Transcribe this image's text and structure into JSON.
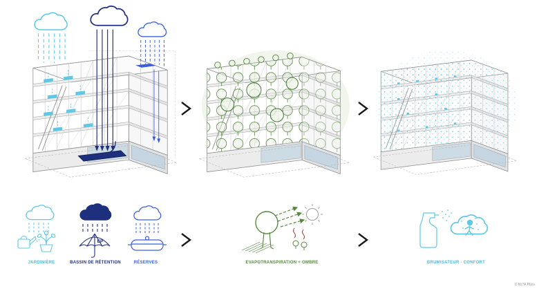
{
  "page": {
    "credit": "© NL*A Paris",
    "background": "#ffffff"
  },
  "colors": {
    "cyan": "#5ec8e6",
    "blue": "#3a5fd9",
    "navy": "#1e2f7d",
    "green": "#55883f",
    "sun_gray": "#9b9b9b",
    "line_gray": "#8a8a8a",
    "arrow_black": "#1a1a1a"
  },
  "legend": {
    "items": [
      {
        "id": "jardiniere",
        "label": "JARDINIÈRE",
        "color": "#5ec8e6"
      },
      {
        "id": "bassin-de-retention",
        "label": "BASSIN DE RÉTENTION",
        "color": "#1e2f7d"
      },
      {
        "id": "reserves",
        "label": "RÉSERVES",
        "color": "#3a5fd9"
      },
      {
        "id": "evapotranspiration-ombre",
        "label": "EVAPOTRANSPIRATION + OMBRE",
        "color": "#55883f"
      },
      {
        "id": "brumisateur-confort",
        "label": "BRUMISATEUR - CONFORT",
        "color": "#5ec8e6"
      }
    ]
  },
  "annotations": {
    "umbrella_label": "EP"
  },
  "icons": [
    "cloud-icon",
    "rain-lines-icon",
    "watering-can-icon",
    "plant-icon",
    "umbrella-icon",
    "reservoir-tub-icon",
    "tree-icon",
    "sun-icon",
    "spray-bottle-icon",
    "person-icon",
    "chevron-arrow-icon",
    "retention-basin-icon",
    "roof-reservoir-panel-icon"
  ]
}
